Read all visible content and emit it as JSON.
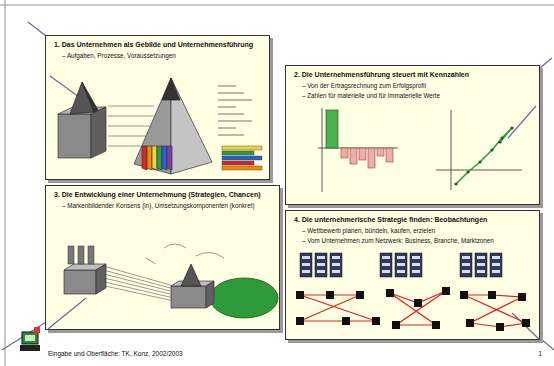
{
  "diagram": {
    "nodes": [
      {
        "text": [
          "1. Das Unternehmen als Gebilde und Unternehmensführung",
          "– Aufgaben, Prozesse, Voraussetzungen"
        ]
      },
      {
        "text": [
          "2. Die Unternehmensführung steuert mit Kennzahlen",
          "– Von der Ertragsrechnung zum Erfolgsprofil",
          "– Zahlen für materielle und für immaterielle Werte"
        ]
      },
      {
        "text": [
          "3. Die Entwicklung einer Unternehmung (Strategien, Chancen)",
          "– Markenbildender Konsens (in), Umsetzungskomponenten (konkret)"
        ]
      },
      {
        "text": [
          "4. Die unternehmerische Strategie finden: Beobachtungen",
          "– Wettbewerb planen, bündeln, kaufen, erzielen",
          "– Vom Unternehmen zum Netzwerk: Business, Branche, Marktzonen"
        ]
      }
    ],
    "labels": [
      "Eingabe und Oberfläche: TK, Konz, 2002/2003",
      "1"
    ]
  }
}
